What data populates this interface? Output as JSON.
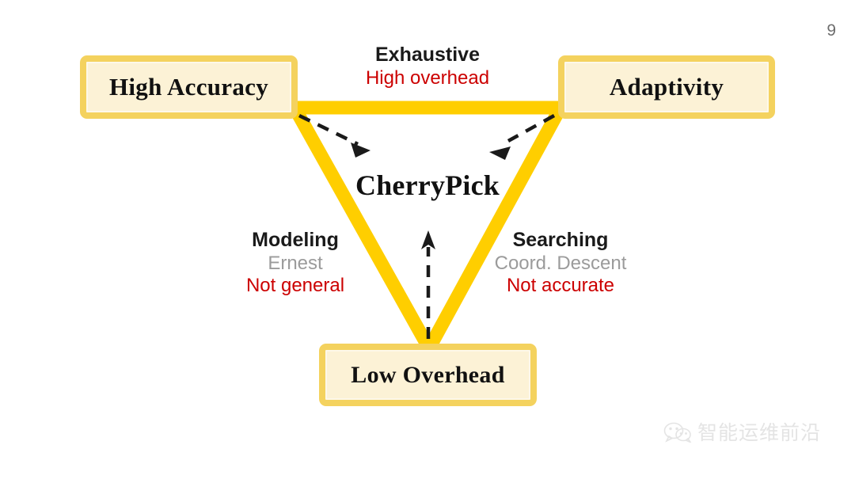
{
  "slide": {
    "page_number": "9",
    "center_title": "CherryPick"
  },
  "colors": {
    "triangle": "#FFCE00",
    "box_border": "#F4D25E",
    "box_fill": "#FCF2D6",
    "warn_text": "#CC0000",
    "sub_text": "#9B9B9B",
    "main_text": "#1A1A1A",
    "page_number": "#6E6E6E",
    "watermark": "#E3E3E3"
  },
  "corners": {
    "high_accuracy": "High Accuracy",
    "adaptivity": "Adaptivity",
    "low_overhead": "Low Overhead"
  },
  "edges": {
    "top": {
      "main": "Exhaustive",
      "warn": "High overhead"
    },
    "left": {
      "main": "Modeling",
      "sub": "Ernest",
      "warn": "Not general"
    },
    "right": {
      "main": "Searching",
      "sub": "Coord. Descent",
      "warn": "Not accurate"
    }
  },
  "footer": {
    "watermark_text": "智能运维前沿",
    "logo_name": "wechat-logo"
  },
  "chart_data": {
    "type": "diagram",
    "shape": "inverted-triangle",
    "title": "CherryPick",
    "vertices": [
      {
        "id": "high_accuracy",
        "label": "High Accuracy",
        "position": "top-left"
      },
      {
        "id": "adaptivity",
        "label": "Adaptivity",
        "position": "top-right"
      },
      {
        "id": "low_overhead",
        "label": "Low Overhead",
        "position": "bottom-center"
      }
    ],
    "edges": [
      {
        "id": "top-edge",
        "from": "high_accuracy",
        "to": "adaptivity",
        "approach": "Exhaustive",
        "drawback": "High overhead"
      },
      {
        "id": "left-edge",
        "from": "high_accuracy",
        "to": "low_overhead",
        "approach": "Modeling",
        "example": "Ernest",
        "drawback": "Not general"
      },
      {
        "id": "right-edge",
        "from": "adaptivity",
        "to": "low_overhead",
        "approach": "Searching",
        "example": "Coord. Descent",
        "drawback": "Not accurate"
      }
    ],
    "arrows": [
      {
        "id": "arrow-top-left",
        "from": "top-left-vertex",
        "to": "center",
        "style": "dashed"
      },
      {
        "id": "arrow-top-right",
        "from": "top-right-vertex",
        "to": "center",
        "style": "dashed"
      },
      {
        "id": "arrow-bottom",
        "from": "bottom-vertex",
        "to": "center",
        "style": "dashed"
      }
    ]
  }
}
